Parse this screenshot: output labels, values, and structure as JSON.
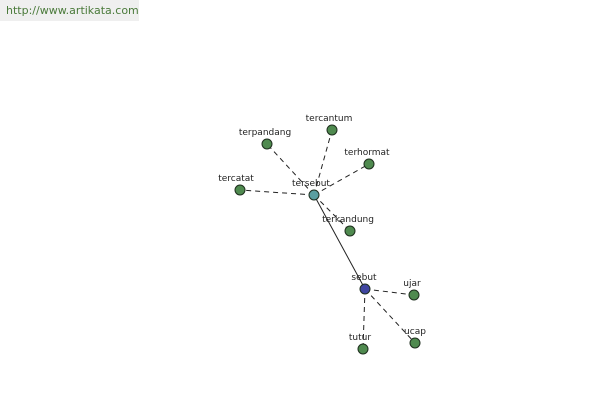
{
  "watermark": "http://www.artikata.com",
  "colors": {
    "leaf": "#4f8a4f",
    "hub_primary": "#3f45a0",
    "hub_secondary": "#5a9fa0"
  },
  "nodes": [
    {
      "id": "tersebut",
      "label": "tersebut",
      "kind": "hub_secondary"
    },
    {
      "id": "sebut",
      "label": "sebut",
      "kind": "hub_primary"
    },
    {
      "id": "tercantum",
      "label": "tercantum",
      "kind": "leaf"
    },
    {
      "id": "terpandang",
      "label": "terpandang",
      "kind": "leaf"
    },
    {
      "id": "terhormat",
      "label": "terhormat",
      "kind": "leaf"
    },
    {
      "id": "tercatat",
      "label": "tercatat",
      "kind": "leaf"
    },
    {
      "id": "terkandung",
      "label": "terkandung",
      "kind": "leaf"
    },
    {
      "id": "ujar",
      "label": "ujar",
      "kind": "leaf"
    },
    {
      "id": "ucap",
      "label": "ucap",
      "kind": "leaf"
    },
    {
      "id": "tutur",
      "label": "tutur",
      "kind": "leaf"
    }
  ],
  "edges": [
    {
      "from": "tersebut",
      "to": "sebut",
      "style": "solid"
    },
    {
      "from": "tersebut",
      "to": "tercantum",
      "style": "dashed"
    },
    {
      "from": "tersebut",
      "to": "terpandang",
      "style": "dashed"
    },
    {
      "from": "tersebut",
      "to": "terhormat",
      "style": "dashed"
    },
    {
      "from": "tersebut",
      "to": "tercatat",
      "style": "dashed"
    },
    {
      "from": "tersebut",
      "to": "terkandung",
      "style": "dashed"
    },
    {
      "from": "sebut",
      "to": "ujar",
      "style": "dashed"
    },
    {
      "from": "sebut",
      "to": "ucap",
      "style": "dashed"
    },
    {
      "from": "sebut",
      "to": "tutur",
      "style": "dashed"
    }
  ]
}
